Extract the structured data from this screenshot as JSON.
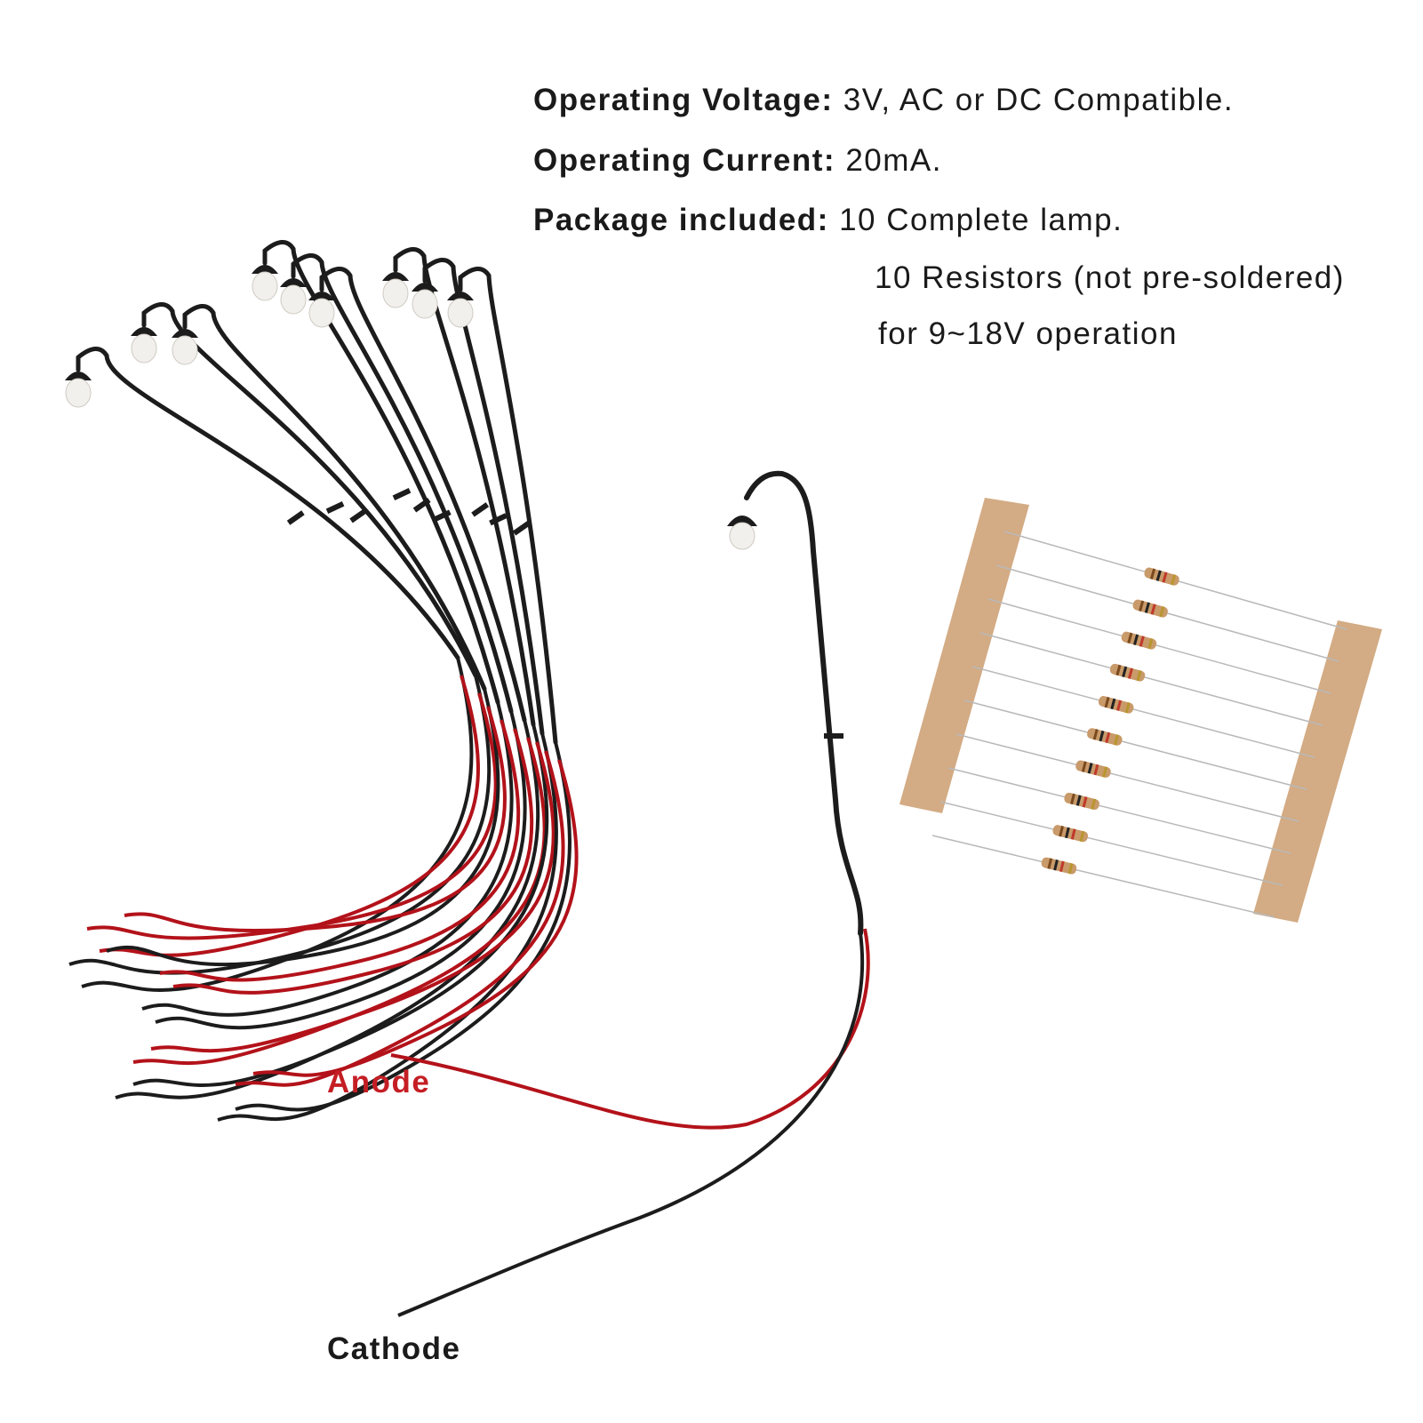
{
  "specs": {
    "voltage_label": "Operating Voltage:",
    "voltage_value": "3V, AC or DC Compatible.",
    "current_label": "Operating Current:",
    "current_value": "20mA.",
    "package_label": "Package included:",
    "package_value_1": "10 Complete lamp.",
    "package_value_2": "10 Resistors (not pre-soldered)",
    "package_value_3": "for 9~18V operation"
  },
  "labels": {
    "anode": "Anode",
    "cathode": "Cathode"
  },
  "colors": {
    "anode_text": "#c41e24",
    "cathode_text": "#1a1a1a",
    "wire_red": "#b3121a",
    "wire_black": "#1c1c1c",
    "tape": "#d3ab84",
    "globe": "#f2f0ec",
    "resistor_body": "#c99a6a"
  },
  "product": {
    "lamp_count": 10,
    "resistor_count": 10
  }
}
